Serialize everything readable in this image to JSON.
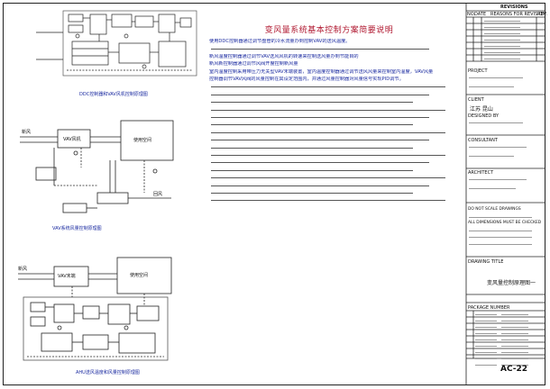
{
  "notes": {
    "title": "变风量系统基本控制方案简要说明",
    "lines": [
      "使用DDC控制器通过调节盘管的冷水流量办到控制VAV的送风温度。",
      "",
      "新风温度控制器通过调节VAV送风风机的转速来控制送风量办到节能目的",
      "新风新控制器通过调节风阀开度控制新风量",
      "室内温度控制采用带压力无关型VAV末端装置，室内温度控制器通过调节送风风量来控制室内温度，VAV风量",
      "控制器调节VAV风阀的风量控制在其设定范围内，并通过风量控制器对风量信号实现PID调节。",
      "",
      "",
      "",
      "",
      "",
      "",
      "",
      "",
      "",
      "",
      "",
      "",
      "",
      "",
      "",
      ""
    ]
  },
  "diagram1": {
    "caption": "DDC控制器和VAV风机控制原理图"
  },
  "diagram2": {
    "fresh_air_label": "新风",
    "vav_box_label": "VAV风机",
    "room_label": "使用空间",
    "return_air_label": "回风",
    "caption": "VAV系统风量控制原理图"
  },
  "diagram3": {
    "fresh_air_label": "新风",
    "vav_label": "VAV末端",
    "room_label": "使用空间",
    "caption": "AHU送风温度和风量控制原理图"
  },
  "title_block": {
    "revision_header": "REVISIONS",
    "revision_cols": [
      "NO.",
      "DATE",
      "REASONS FOR REVISION",
      "REV."
    ],
    "revision_rows": [
      {
        "no": "",
        "text": ""
      },
      {
        "no": "",
        "text": ""
      },
      {
        "no": "",
        "text": ""
      },
      {
        "no": "",
        "text": ""
      },
      {
        "no": "",
        "text": ""
      },
      {
        "no": "",
        "text": ""
      },
      {
        "no": "",
        "text": ""
      }
    ],
    "project_label": "PROJECT",
    "client_label": "CLIENT",
    "client_value": "江苏 昆山",
    "designed_label": "DESIGNED BY",
    "consultant_label": "CONSULTANT",
    "architect_label": "ARCHITECT",
    "notice_lines": [
      "DO NOT SCALE DRAWINGS",
      "",
      "ALL DIMENSIONS MUST BE CHECKED",
      "",
      "",
      ""
    ],
    "drawing_title_label": "DRAWING TITLE",
    "drawing_title": "变风量控制原理图一",
    "package_label": "PACKAGE NUMBER",
    "records": [
      {
        "label": "",
        "value": ""
      },
      {
        "label": "",
        "value": ""
      },
      {
        "label": "",
        "value": ""
      },
      {
        "label": "",
        "value": ""
      },
      {
        "label": "",
        "value": ""
      },
      {
        "label": "",
        "value": ""
      },
      {
        "label": "",
        "value": ""
      },
      {
        "label": "",
        "value": ""
      },
      {
        "label": "",
        "value": ""
      }
    ],
    "sheet_number": "AC-22"
  }
}
